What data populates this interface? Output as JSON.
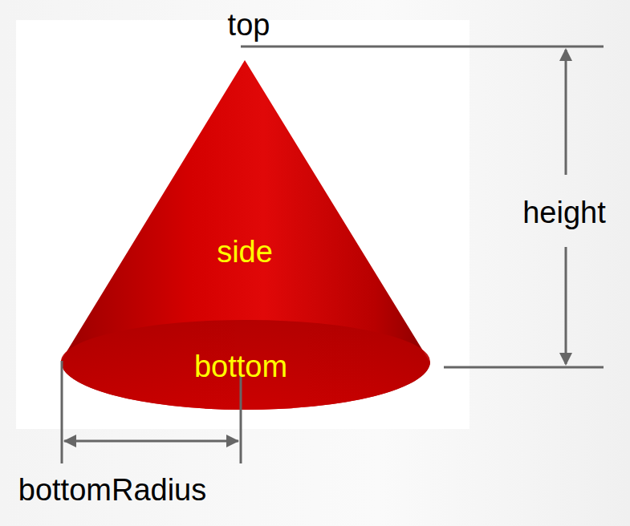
{
  "diagram": {
    "labels": [
      "top",
      "side",
      "bottom",
      "height",
      "bottomRadius"
    ]
  }
}
